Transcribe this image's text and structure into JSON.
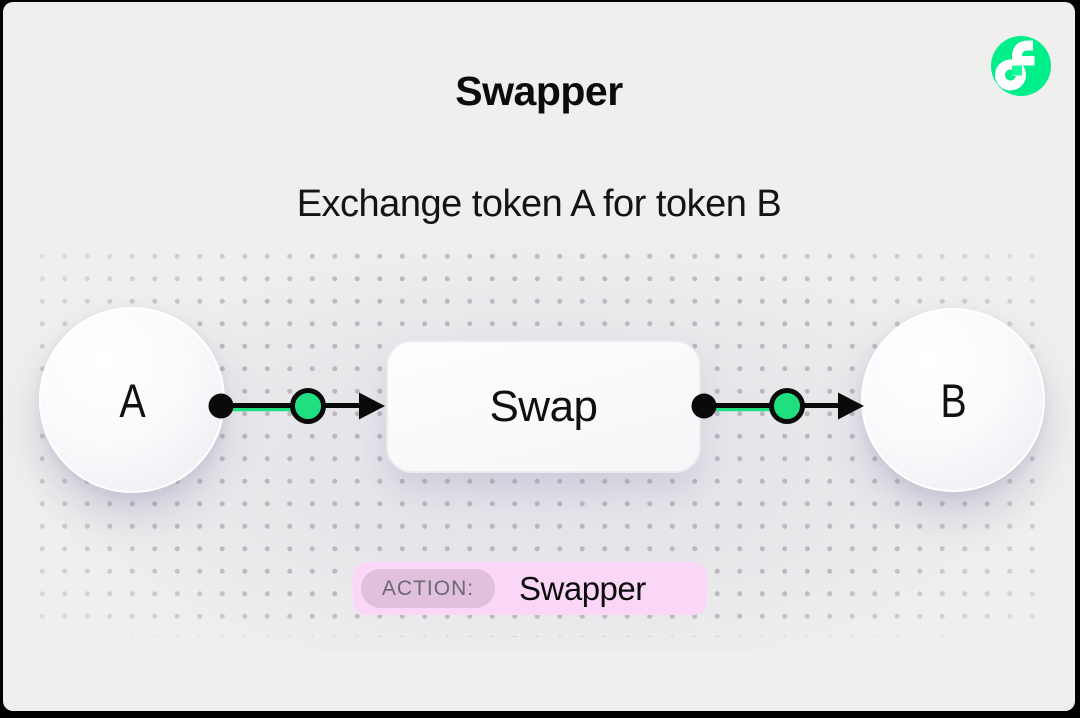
{
  "header": {
    "title": "Swapper",
    "subtitle": "Exchange token A for token B"
  },
  "logo": {
    "name": "flow-logo",
    "circle_color": "#00EF8B",
    "notch_color": "#16FF99",
    "glyph_color": "#FFFFFF"
  },
  "diagram": {
    "source_node_label": "A",
    "process_node_label": "Swap",
    "target_node_label": "B",
    "connector_accent_color": "#1FDF81",
    "connector_line_color": "#0A0A0A"
  },
  "action_badge": {
    "label": "ACTION:",
    "value": "Swapper",
    "badge_color": "#FAD7F7",
    "label_pill_color": "#E0C0DC"
  }
}
